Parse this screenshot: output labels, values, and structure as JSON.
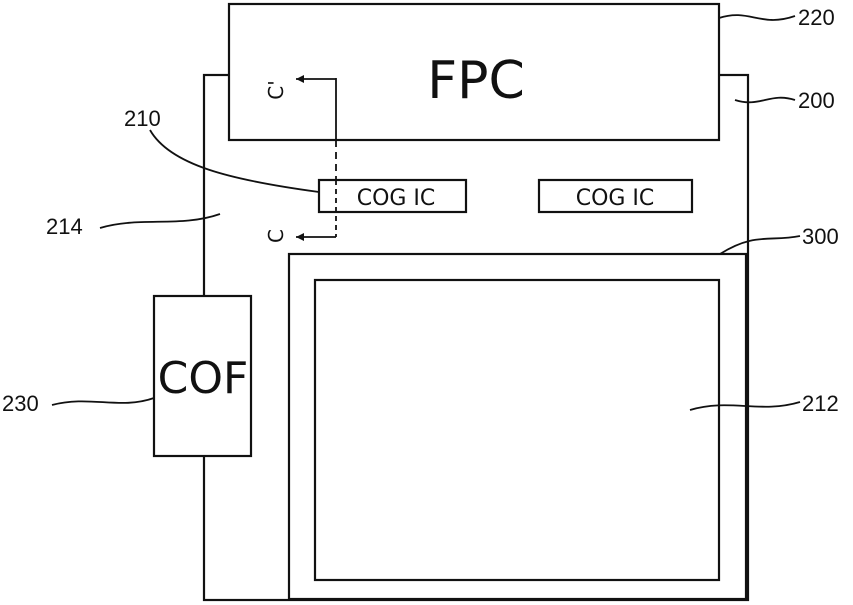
{
  "labels": {
    "fpc": "FPC",
    "cof": "COF",
    "cog_ic_left": "COG IC",
    "cog_ic_right": "COG IC",
    "section_top": "C'",
    "section_bottom": "C"
  },
  "reference_numerals": {
    "fpc": "220",
    "panel": "200",
    "cog_ic": "210",
    "substrate_region": "214",
    "frame": "300",
    "cof": "230",
    "display_area": "212"
  }
}
